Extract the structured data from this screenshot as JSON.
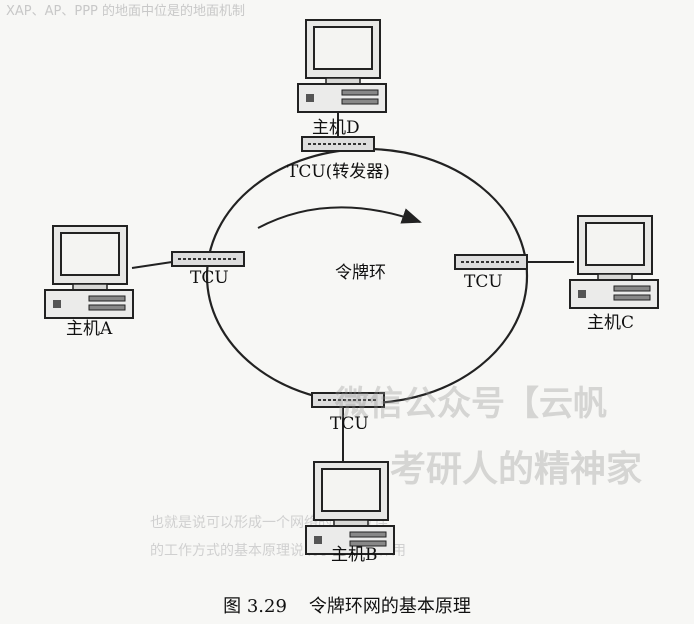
{
  "top_text": "XAP、AP、PPP 的地面中位是的地面机制",
  "bottom_text": [
    "也就是说可以形成一个网络的网络互连",
    "的工作方式的基本原理说明了的AP的作用"
  ],
  "watermark": [
    "微信公众号【云帆",
    "考研人的精神家"
  ],
  "nodes": {
    "host_d": "主机D",
    "tcu_repeater": "TCU(转发器)",
    "host_a": "主机A",
    "tcu_a": "TCU",
    "host_c": "主机C",
    "tcu_c": "TCU",
    "tcu_b": "TCU",
    "host_b": "主机B",
    "ring": "令牌环"
  },
  "caption": {
    "number": "图 3.29",
    "title": "令牌环网的基本原理"
  }
}
